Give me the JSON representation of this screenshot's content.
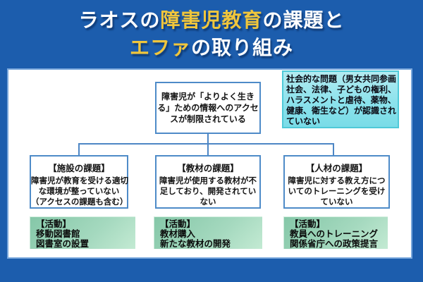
{
  "title": {
    "line1_segments": [
      {
        "text": "ラオスの",
        "color": "#ffffff"
      },
      {
        "text": "障害児教育",
        "color": "#f0c63c"
      },
      {
        "text": "の課題と",
        "color": "#ffffff"
      }
    ],
    "line2_segments": [
      {
        "text": "エファ",
        "color": "#f0c63c"
      },
      {
        "text": "の取り組み",
        "color": "#ffffff"
      }
    ]
  },
  "colors": {
    "background_blue": "#1c5dad",
    "title_yellow": "#f0c63c",
    "title_white": "#ffffff",
    "box_border_blue": "#4e8bc8",
    "connector_blue": "#4d86c5",
    "note_fill_top": "#b3ebf1",
    "note_fill_bottom": "#79dce7",
    "note_border": "#4fc9d8",
    "activity_fill_dark": "#85c7a8",
    "activity_fill_light": "#c3ead3"
  },
  "diagram": {
    "root_problem": "障害児が「よりよく生き\nる」ための情報へのアクセ\nスが制限されている",
    "social_note": "社会的な問題（男女共同参画\n社会、法律、子どもの権利、\nハラスメントと虐待、薬物、\n健康、衛生など）が認識され\nていない",
    "columns": [
      {
        "challenge_title": "【施設の課題】",
        "challenge_body": "障害児が教育を受ける適切\nな環境が整っていない\n（アクセスの課題も含む）",
        "activity": "【活動】\n移動図書館\n図書室の設置"
      },
      {
        "challenge_title": "【教材の課題】",
        "challenge_body": "障害児が使用する教材が不\n足しており、開発されてい\nない",
        "activity": "【活動】\n教材購入\n新たな教材の開発"
      },
      {
        "challenge_title": "【人材の課題】",
        "challenge_body": "障害児に対する教え方につ\nいてのトレーニングを受け\nていない",
        "activity": "【活動】\n教員へのトレーニング\n関係省庁への政策提言"
      }
    ]
  }
}
